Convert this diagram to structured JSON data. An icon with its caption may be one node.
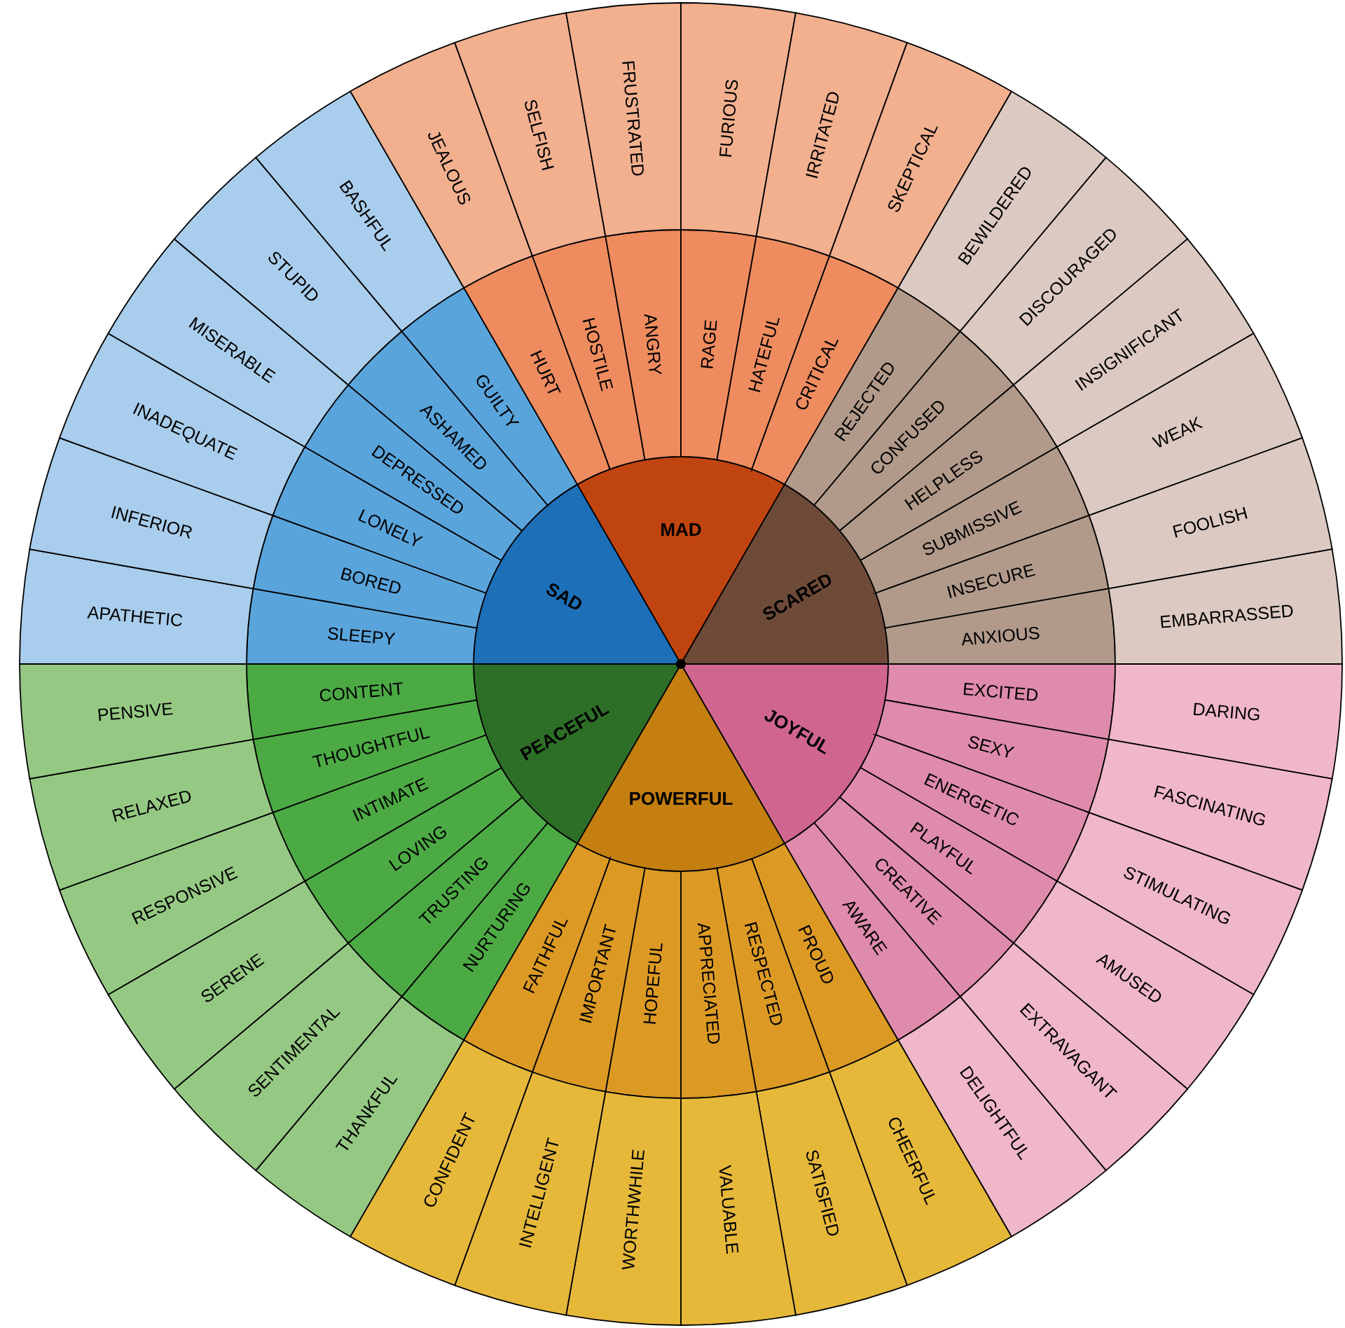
{
  "diagram": {
    "nodes": [
      {
        "text": [
          "MAD"
        ]
      },
      {
        "text": [
          "HURT"
        ]
      },
      {
        "text": [
          "HOSTILE"
        ]
      },
      {
        "text": [
          "ANGRY"
        ]
      },
      {
        "text": [
          "RAGE"
        ]
      },
      {
        "text": [
          "HATEFUL"
        ]
      },
      {
        "text": [
          "CRITICAL"
        ]
      },
      {
        "text": [
          "JEALOUS"
        ]
      },
      {
        "text": [
          "SELFISH"
        ]
      },
      {
        "text": [
          "FRUSTRATED"
        ]
      },
      {
        "text": [
          "FURIOUS"
        ]
      },
      {
        "text": [
          "IRRITATED"
        ]
      },
      {
        "text": [
          "SKEPTICAL"
        ]
      },
      {
        "text": [
          "SCARED"
        ]
      },
      {
        "text": [
          "REJECTED"
        ]
      },
      {
        "text": [
          "CONFUSED"
        ]
      },
      {
        "text": [
          "HELPLESS"
        ]
      },
      {
        "text": [
          "SUBMISSIVE"
        ]
      },
      {
        "text": [
          "INSECURE"
        ]
      },
      {
        "text": [
          "ANXIOUS"
        ]
      },
      {
        "text": [
          "BEWILDERED"
        ]
      },
      {
        "text": [
          "DISCOURAGED"
        ]
      },
      {
        "text": [
          "INSIGNIFICANT"
        ]
      },
      {
        "text": [
          "WEAK"
        ]
      },
      {
        "text": [
          "FOOLISH"
        ]
      },
      {
        "text": [
          "EMBARRASSED"
        ]
      },
      {
        "text": [
          "JOYFUL"
        ]
      },
      {
        "text": [
          "EXCITED"
        ]
      },
      {
        "text": [
          "SEXY"
        ]
      },
      {
        "text": [
          "ENERGETIC"
        ]
      },
      {
        "text": [
          "PLAYFUL"
        ]
      },
      {
        "text": [
          "CREATIVE"
        ]
      },
      {
        "text": [
          "AWARE"
        ]
      },
      {
        "text": [
          "DARING"
        ]
      },
      {
        "text": [
          "FASCINATING"
        ]
      },
      {
        "text": [
          "STIMULATING"
        ]
      },
      {
        "text": [
          "AMUSED"
        ]
      },
      {
        "text": [
          "EXTRAVAGANT"
        ]
      },
      {
        "text": [
          "DELIGHTFUL"
        ]
      },
      {
        "text": [
          "POWERFUL"
        ]
      },
      {
        "text": [
          "PROUD"
        ]
      },
      {
        "text": [
          "RESPECTED"
        ]
      },
      {
        "text": [
          "APPRECIATED"
        ]
      },
      {
        "text": [
          "HOPEFUL"
        ]
      },
      {
        "text": [
          "IMPORTANT"
        ]
      },
      {
        "text": [
          "FAITHFUL"
        ]
      },
      {
        "text": [
          "CHEERFUL"
        ]
      },
      {
        "text": [
          "SATISFIED"
        ]
      },
      {
        "text": [
          "VALUABLE"
        ]
      },
      {
        "text": [
          "WORTHWHILE"
        ]
      },
      {
        "text": [
          "INTELLIGENT"
        ]
      },
      {
        "text": [
          "CONFIDENT"
        ]
      },
      {
        "text": [
          "PEACEFUL"
        ]
      },
      {
        "text": [
          "NURTURING"
        ]
      },
      {
        "text": [
          "TRUSTING"
        ]
      },
      {
        "text": [
          "LOVING"
        ]
      },
      {
        "text": [
          "INTIMATE"
        ]
      },
      {
        "text": [
          "THOUGHTFUL"
        ]
      },
      {
        "text": [
          "CONTENT"
        ]
      },
      {
        "text": [
          "THANKFUL"
        ]
      },
      {
        "text": [
          "SENTIMENTAL"
        ]
      },
      {
        "text": [
          "SERENE"
        ]
      },
      {
        "text": [
          "RESPONSIVE"
        ]
      },
      {
        "text": [
          "RELAXED"
        ]
      },
      {
        "text": [
          "PENSIVE"
        ]
      },
      {
        "text": [
          "SAD"
        ]
      },
      {
        "text": [
          "SLEEPY"
        ]
      },
      {
        "text": [
          "BORED"
        ]
      },
      {
        "text": [
          "LONELY"
        ]
      },
      {
        "text": [
          "DEPRESSED"
        ]
      },
      {
        "text": [
          "ASHAMED"
        ]
      },
      {
        "text": [
          "GUILTY"
        ]
      },
      {
        "text": [
          "APATHETIC"
        ]
      },
      {
        "text": [
          "INFERIOR"
        ]
      },
      {
        "text": [
          "INADEQUATE"
        ]
      },
      {
        "text": [
          "MISERABLE"
        ]
      },
      {
        "text": [
          "STUPID"
        ]
      },
      {
        "text": [
          "BASHFUL"
        ]
      }
    ]
  }
}
